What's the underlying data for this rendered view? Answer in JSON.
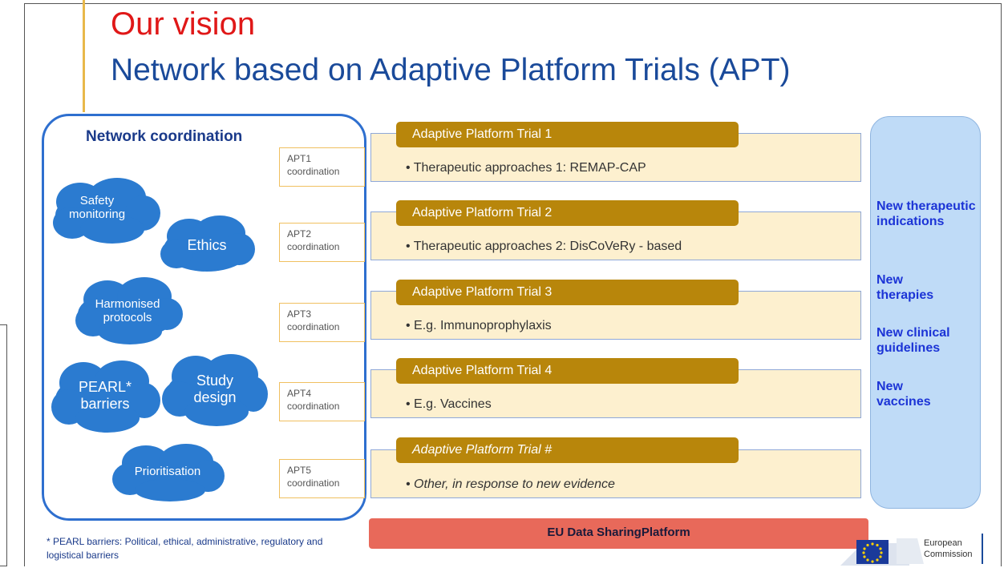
{
  "title": {
    "line1": "Our vision",
    "line2": "Network based on Adaptive Platform Trials (APT)"
  },
  "network": {
    "title": "Network coordination",
    "clouds": [
      {
        "id": "safety",
        "label": "Safety\nmonitoring"
      },
      {
        "id": "ethics",
        "label": "Ethics"
      },
      {
        "id": "harmonised",
        "label": "Harmonised\nprotocols"
      },
      {
        "id": "pearl",
        "label": "PEARL*\nbarriers"
      },
      {
        "id": "study",
        "label": "Study\ndesign"
      },
      {
        "id": "prioritisation",
        "label": "Prioritisation"
      }
    ],
    "coordinations": [
      {
        "label": "APT1\ncoordination"
      },
      {
        "label": "APT2\ncoordination"
      },
      {
        "label": "APT3\ncoordination"
      },
      {
        "label": "APT4\ncoordination"
      },
      {
        "label": "APT5\ncoordination"
      }
    ]
  },
  "trials": [
    {
      "title": "Adaptive Platform Trial 1",
      "text": "• Therapeutic  approaches 1: REMAP-CAP"
    },
    {
      "title": "Adaptive Platform Trial 2",
      "text": "• Therapeutic  approaches 2: DisCoVeRy - based"
    },
    {
      "title": "Adaptive Platform Trial 3",
      "text": "• E.g. Immunoprophylaxis"
    },
    {
      "title": "Adaptive Platform Trial 4",
      "text": "• E.g. Vaccines"
    },
    {
      "title": "Adaptive Platform Trial #",
      "text": "• Other, in response to new evidence"
    }
  ],
  "outcomes": [
    "New therapeutic indications",
    "New therapies",
    "New clinical guidelines",
    "New vaccines"
  ],
  "footnote": "* PEARL barriers: Political, ethical, administrative, regulatory and logistical barriers",
  "data_platform": "EU Data SharingPlatform",
  "logo": {
    "line1": "European",
    "line2": "Commission"
  },
  "colors": {
    "title_red": "#e01818",
    "title_blue": "#1a4a9a",
    "cloud_blue": "#2b7bd0",
    "trial_gold": "#b8860b",
    "row_cream": "#fdf0cf",
    "outcome_text": "#1c34d6",
    "platform_red": "#e8695a"
  }
}
